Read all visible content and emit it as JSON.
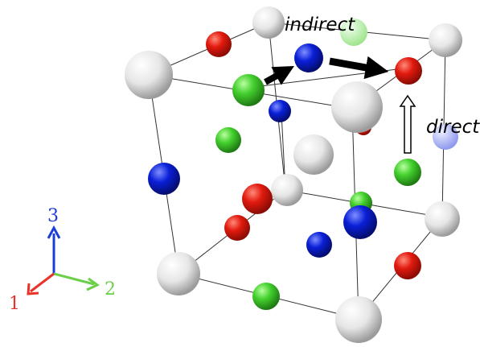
{
  "labels": {
    "indirect": "indirect",
    "direct": "direct"
  },
  "axes": {
    "axis1": "1",
    "axis2": "2",
    "axis3": "3",
    "colors": {
      "axis1": "#e8332a",
      "axis2": "#6ccf4a",
      "axis3": "#1b3fd6"
    }
  },
  "atom_colors": {
    "white": "#d9d9d9",
    "red": "#e21a0e",
    "green": "#44d02e",
    "blue": "#0a1fd8"
  }
}
